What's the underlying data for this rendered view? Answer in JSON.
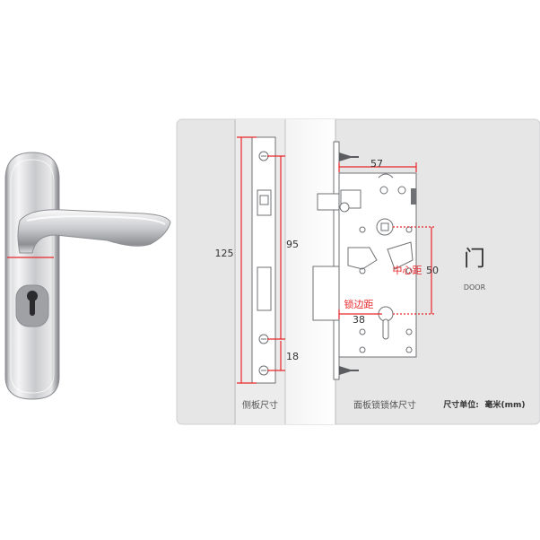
{
  "labels": {
    "height_125": "125",
    "height_95": "95",
    "height_18": "18",
    "backset_57": "57",
    "center_distance_label": "中心距",
    "center_distance_value": "50",
    "lock_edge_label": "锁边距",
    "lock_edge_value": "38",
    "door_char": "门",
    "door_text": "DOOR",
    "side_plate_caption": "侧板尺寸",
    "lockbody_caption": "面板锁锁体尺寸",
    "unit_label": "尺寸单位:",
    "unit_value": "毫米(mm)"
  },
  "colors": {
    "panel_bg": "#e6e6e7",
    "panel_border": "#c9c9cb",
    "dimension_red": "#e8262a",
    "line_gray": "#8a8a8c",
    "metal_light": "#f2f2f3",
    "metal_mid": "#c4c5c8",
    "metal_dark": "#7d7f83",
    "text_dark": "#333333"
  }
}
